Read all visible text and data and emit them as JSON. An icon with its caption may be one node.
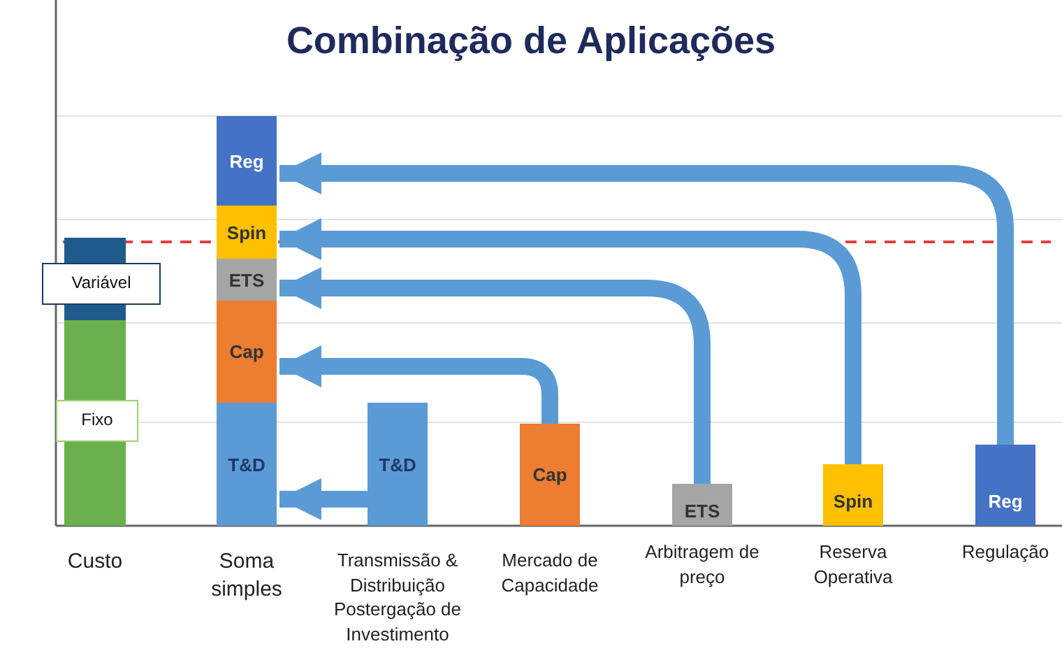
{
  "diagram": {
    "title": "Combinação de Aplicações",
    "nodes": [
      {
        "text": [
          "Variável"
        ]
      },
      {
        "text": [
          "Fixo"
        ]
      },
      {
        "text": [
          "Reg"
        ]
      },
      {
        "text": [
          "Spin"
        ]
      },
      {
        "text": [
          "ETS"
        ]
      },
      {
        "text": [
          "Cap"
        ]
      },
      {
        "text": [
          "T&D"
        ],
        "beside": [
          "Soma simples"
        ]
      },
      {
        "text": [
          "T&D"
        ],
        "beside": [
          "Transmissão & Distribuição Postergação de Investimento"
        ]
      },
      {
        "text": [
          "Cap"
        ],
        "beside": [
          "Mercado de Capacidade"
        ]
      },
      {
        "text": [
          "ETS"
        ],
        "beside": [
          "Arbitragem de preço"
        ]
      },
      {
        "text": [
          "Spin"
        ],
        "beside": [
          "Reserva Operativa"
        ]
      },
      {
        "text": [
          "Reg"
        ],
        "beside": [
          "Regulação"
        ]
      }
    ],
    "edges": [
      {
        "from": 11,
        "to": 2,
        "arrow": "to"
      },
      {
        "from": 10,
        "to": 3,
        "arrow": "to"
      },
      {
        "from": 9,
        "to": 4,
        "arrow": "to"
      },
      {
        "from": 8,
        "to": 5,
        "arrow": "to"
      },
      {
        "from": 7,
        "to": 6,
        "arrow": "to"
      }
    ],
    "labels": [
      "Custo"
    ]
  }
}
